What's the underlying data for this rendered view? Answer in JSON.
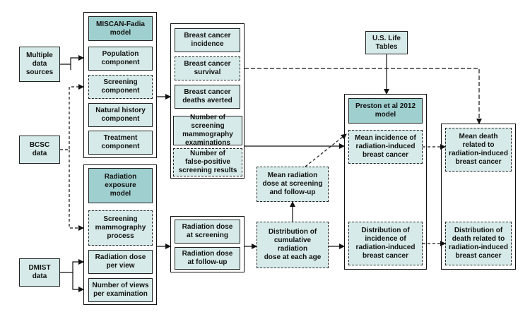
{
  "inputs": {
    "multiple_data_sources": "Multiple\ndata\nsources",
    "bcsc_data": "BCSC\ndata",
    "dmist_data": "DMIST\ndata"
  },
  "miscan": {
    "title": "MISCAN-Fadia\nmodel",
    "population": "Population\ncomponent",
    "screening": "Screening\ncomponent",
    "natural_history": "Natural history\ncomponent",
    "treatment": "Treatment\ncomponent"
  },
  "radiation": {
    "title": "Radiation\nexposure\nmodel",
    "screening_process": "Screening\nmammography\nprocess",
    "dose_per_view": "Radiation dose\nper view",
    "views_per_exam": "Number of views\nper examination"
  },
  "outcomes": {
    "incidence": "Breast cancer\nincidence",
    "survival": "Breast cancer\nsurvival",
    "deaths_averted": "Breast cancer\ndeaths averted",
    "num_exams": "Number of screening\nmammography\nexaminations",
    "false_positive": "Number of\nfalse-positive\nscreening results"
  },
  "dose": {
    "at_screening": "Radiation dose\nat screening",
    "at_followup": "Radiation dose\nat follow-up"
  },
  "middle": {
    "mean_dose": "Mean radiation\ndose at screening\nand follow-up",
    "distribution_cumulative": "Distribution of\ncumulative radiation\ndose at each age"
  },
  "us_life_tables": "U.S. Life\nTables",
  "preston": {
    "title": "Preston et al 2012\nmodel",
    "mean_incidence": "Mean incidence of\nradiation-induced\nbreast cancer",
    "distribution_incidence": "Distribution of\nincidence of\nradiation-induced\nbreast cancer"
  },
  "death": {
    "mean_death": "Mean death\nrelated to\nradiation-induced\nbreast cancer",
    "distribution_death": "Distribution of\ndeath related to\nradiation-induced\nbreast cancer"
  }
}
